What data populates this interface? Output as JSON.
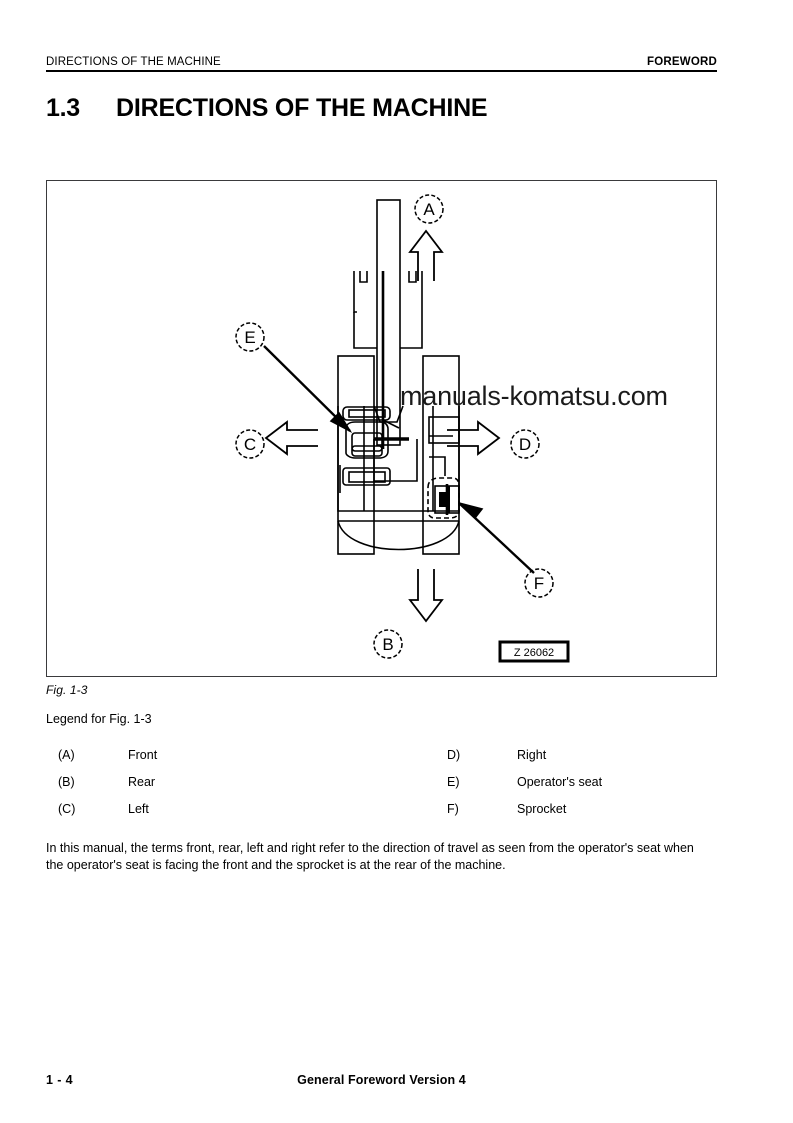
{
  "header": {
    "left": "DIRECTIONS OF THE MACHINE",
    "right": "FOREWORD"
  },
  "section": {
    "number": "1.3",
    "title": "DIRECTIONS OF THE MACHINE"
  },
  "figure": {
    "caption": "Fig. 1-3",
    "id_code": "Z 26062",
    "watermark": "manuals-komatsu.com",
    "callouts": [
      {
        "key": "A",
        "position": "top",
        "arrow": "up"
      },
      {
        "key": "B",
        "position": "bottom",
        "arrow": "down"
      },
      {
        "key": "C",
        "position": "left",
        "arrow": "left"
      },
      {
        "key": "D",
        "position": "right",
        "arrow": "right"
      },
      {
        "key": "E",
        "position": "upper-left",
        "arrow": "leader"
      },
      {
        "key": "F",
        "position": "lower-right",
        "arrow": "leader"
      }
    ]
  },
  "legend": {
    "heading": "Legend for Fig. 1-3",
    "left_column": [
      {
        "key": "(A)",
        "value": "Front"
      },
      {
        "key": "(B)",
        "value": "Rear"
      },
      {
        "key": "(C)",
        "value": "Left"
      }
    ],
    "right_column": [
      {
        "key": "D)",
        "value": "Right"
      },
      {
        "key": "E)",
        "value": "Operator's seat"
      },
      {
        "key": "F)",
        "value": "Sprocket"
      }
    ]
  },
  "body": {
    "paragraph": "In this manual, the terms front, rear, left and right refer to the direction of travel as seen from the operator's seat when the operator's seat is facing the front and the sprocket is at the rear of the machine."
  },
  "footer": {
    "page_number": "1 - 4",
    "center": "General Foreword Version 4"
  }
}
